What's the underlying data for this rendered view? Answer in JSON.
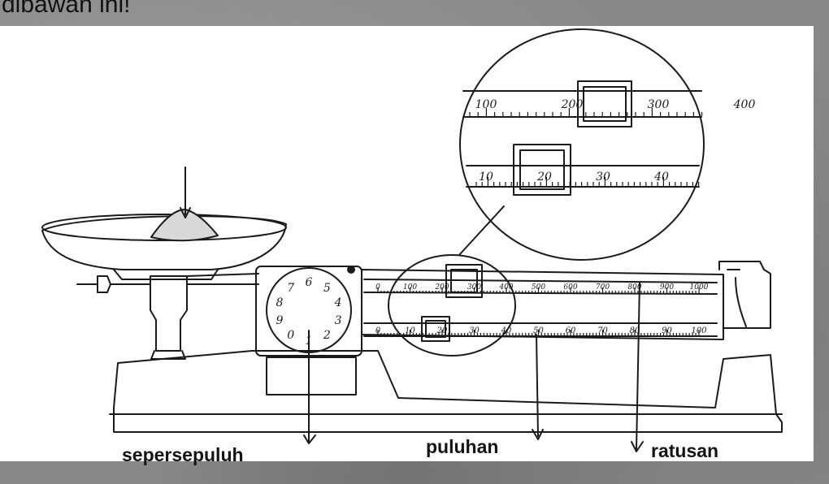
{
  "caption": "dibawah ini!",
  "scale": {
    "dial_numbers": [
      "6",
      "5",
      "4",
      "3",
      "2",
      "1",
      "0",
      "9",
      "8",
      "7"
    ],
    "hundreds_ticks": [
      "0",
      "100",
      "200",
      "300",
      "400",
      "500",
      "600",
      "700",
      "800",
      "900",
      "1000"
    ],
    "tens_ticks": [
      "0",
      "10",
      "20",
      "30",
      "40",
      "50",
      "60",
      "70",
      "80",
      "90",
      "100"
    ],
    "zoom_hundreds_ticks": [
      "100",
      "200",
      "300",
      "400"
    ],
    "zoom_tens_ticks": [
      "10",
      "20",
      "30",
      "40"
    ]
  },
  "labels": {
    "tenths": "sepersepuluh",
    "tens": "puluhan",
    "hundreds": "ratusan"
  },
  "colors": {
    "ink": "#1a1a1a",
    "panel": "#ffffff",
    "background": "#888888"
  }
}
